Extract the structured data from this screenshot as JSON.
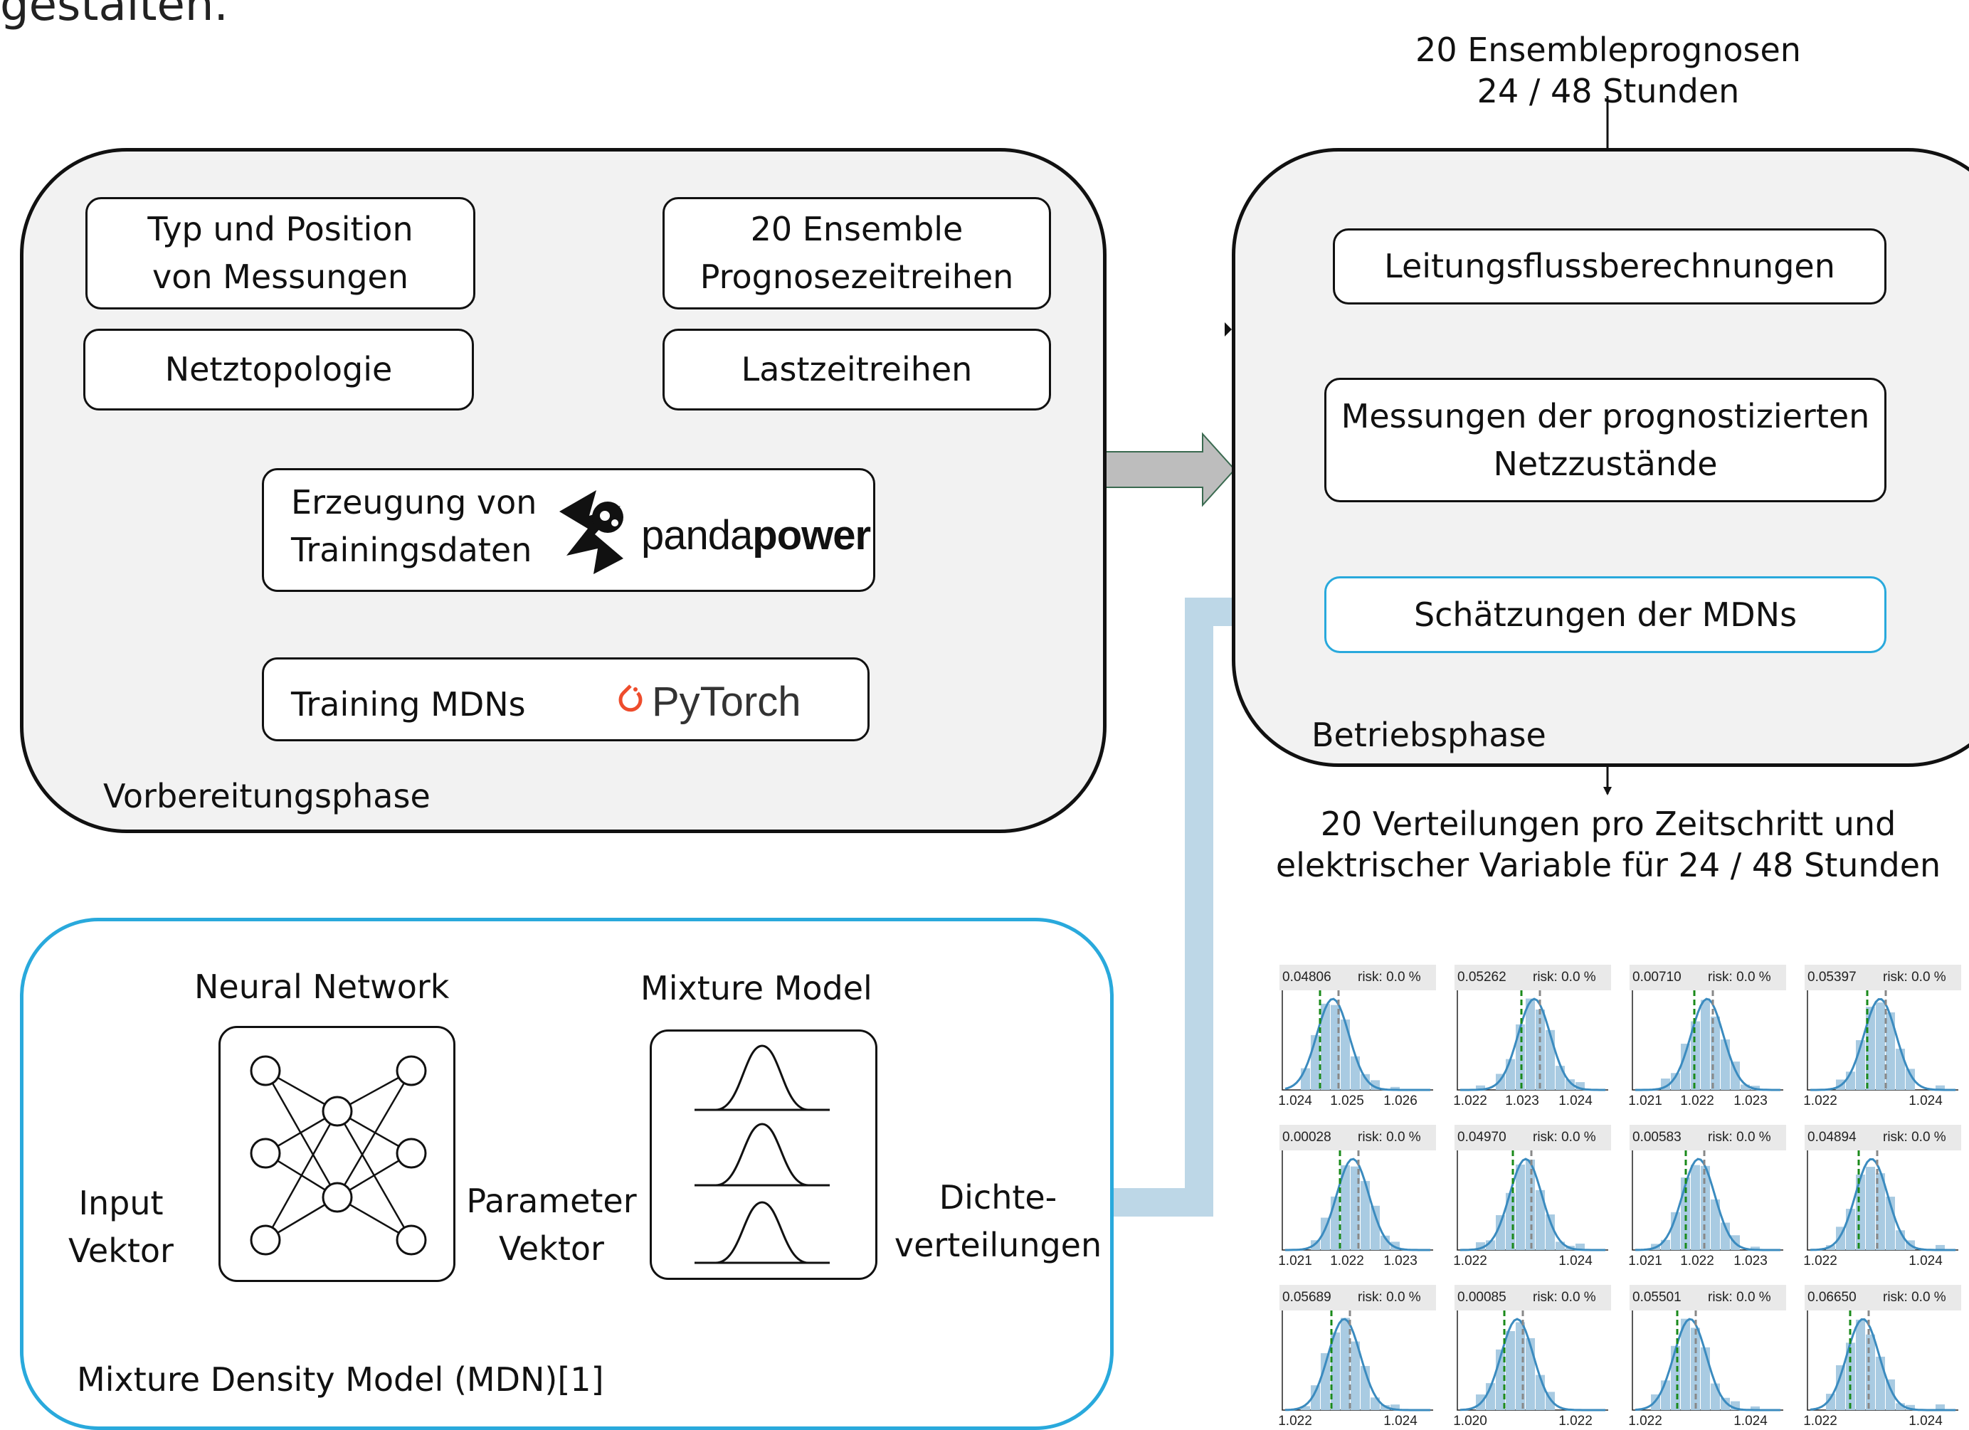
{
  "top_cut_text": "gestalten.",
  "input_title_line1": "20 Ensembleprognosen",
  "input_title_line2": "24 / 48 Stunden",
  "prep": {
    "phase_label": "Vorbereitungsphase",
    "box_typ_line1": "Typ und Position",
    "box_typ_line2": "von Messungen",
    "box_ensemble_line1": "20 Ensemble",
    "box_ensemble_line2": "Prognosezeitreihen",
    "box_netz": "Netztopologie",
    "box_last": "Lastzeitreihen",
    "box_erzeugung_line1": "Erzeugung von",
    "box_erzeugung_line2": "Trainingsdaten",
    "box_training": "Training MDNs",
    "logo_pandapower": "pandapower",
    "logo_pytorch": "PyTorch"
  },
  "ops": {
    "phase_label": "Betriebsphase",
    "box_leitung": "Leitungsflussberechnungen",
    "box_mess_line1": "Messungen der prognostizierten",
    "box_mess_line2": "Netzzustände",
    "box_schaetz": "Schätzungen der MDNs"
  },
  "output_title_line1": "20 Verteilungen pro Zeitschritt und",
  "output_title_line2": "elektrischer Variable für 24 / 48 Stunden",
  "mdn": {
    "label": "Mixture Density Model (MDN)[1]",
    "nn_title": "Neural Network",
    "mm_title": "Mixture Model",
    "input_line1": "Input",
    "input_line2": "Vektor",
    "param_line1": "Parameter",
    "param_line2": "Vektor",
    "dichte_line1": "Dichte-",
    "dichte_line2": "verteilungen"
  },
  "colors": {
    "panel_bg": "#f2f2f2",
    "mdn_border": "#29a9dc",
    "wide_arrow": "#bdd7e7",
    "gray_arrow": "#bdbdbd",
    "hist_fill": "#a9cbe2",
    "kde_line": "#3b8bbf",
    "green_line": "#1a8a1a",
    "pytorch": "#ee4c2c"
  },
  "chart_data": {
    "type": "histogram-grid",
    "risk_label": "risk: 0.0 %",
    "panels": [
      {
        "value": "0.04806",
        "ticks": [
          "1.024",
          "1.025",
          "1.026"
        ]
      },
      {
        "value": "0.05262",
        "ticks": [
          "1.022",
          "1.023",
          "1.024"
        ]
      },
      {
        "value": "0.00710",
        "ticks": [
          "1.021",
          "1.022",
          "1.023"
        ]
      },
      {
        "value": "0.05397",
        "ticks": [
          "1.022",
          "",
          "1.024"
        ]
      },
      {
        "value": "0.00028",
        "ticks": [
          "1.021",
          "1.022",
          "1.023"
        ]
      },
      {
        "value": "0.04970",
        "ticks": [
          "1.022",
          "",
          "1.024"
        ]
      },
      {
        "value": "0.00583",
        "ticks": [
          "1.021",
          "1.022",
          "1.023"
        ]
      },
      {
        "value": "0.04894",
        "ticks": [
          "1.022",
          "",
          "1.024"
        ]
      },
      {
        "value": "0.05689",
        "ticks": [
          "1.022",
          "",
          "1.024"
        ]
      },
      {
        "value": "0.00085",
        "ticks": [
          "1.020",
          "",
          "1.022"
        ]
      },
      {
        "value": "0.05501",
        "ticks": [
          "1.022",
          "",
          "1.024"
        ]
      },
      {
        "value": "0.06650",
        "ticks": [
          "1.022",
          "",
          "1.024"
        ]
      }
    ]
  }
}
